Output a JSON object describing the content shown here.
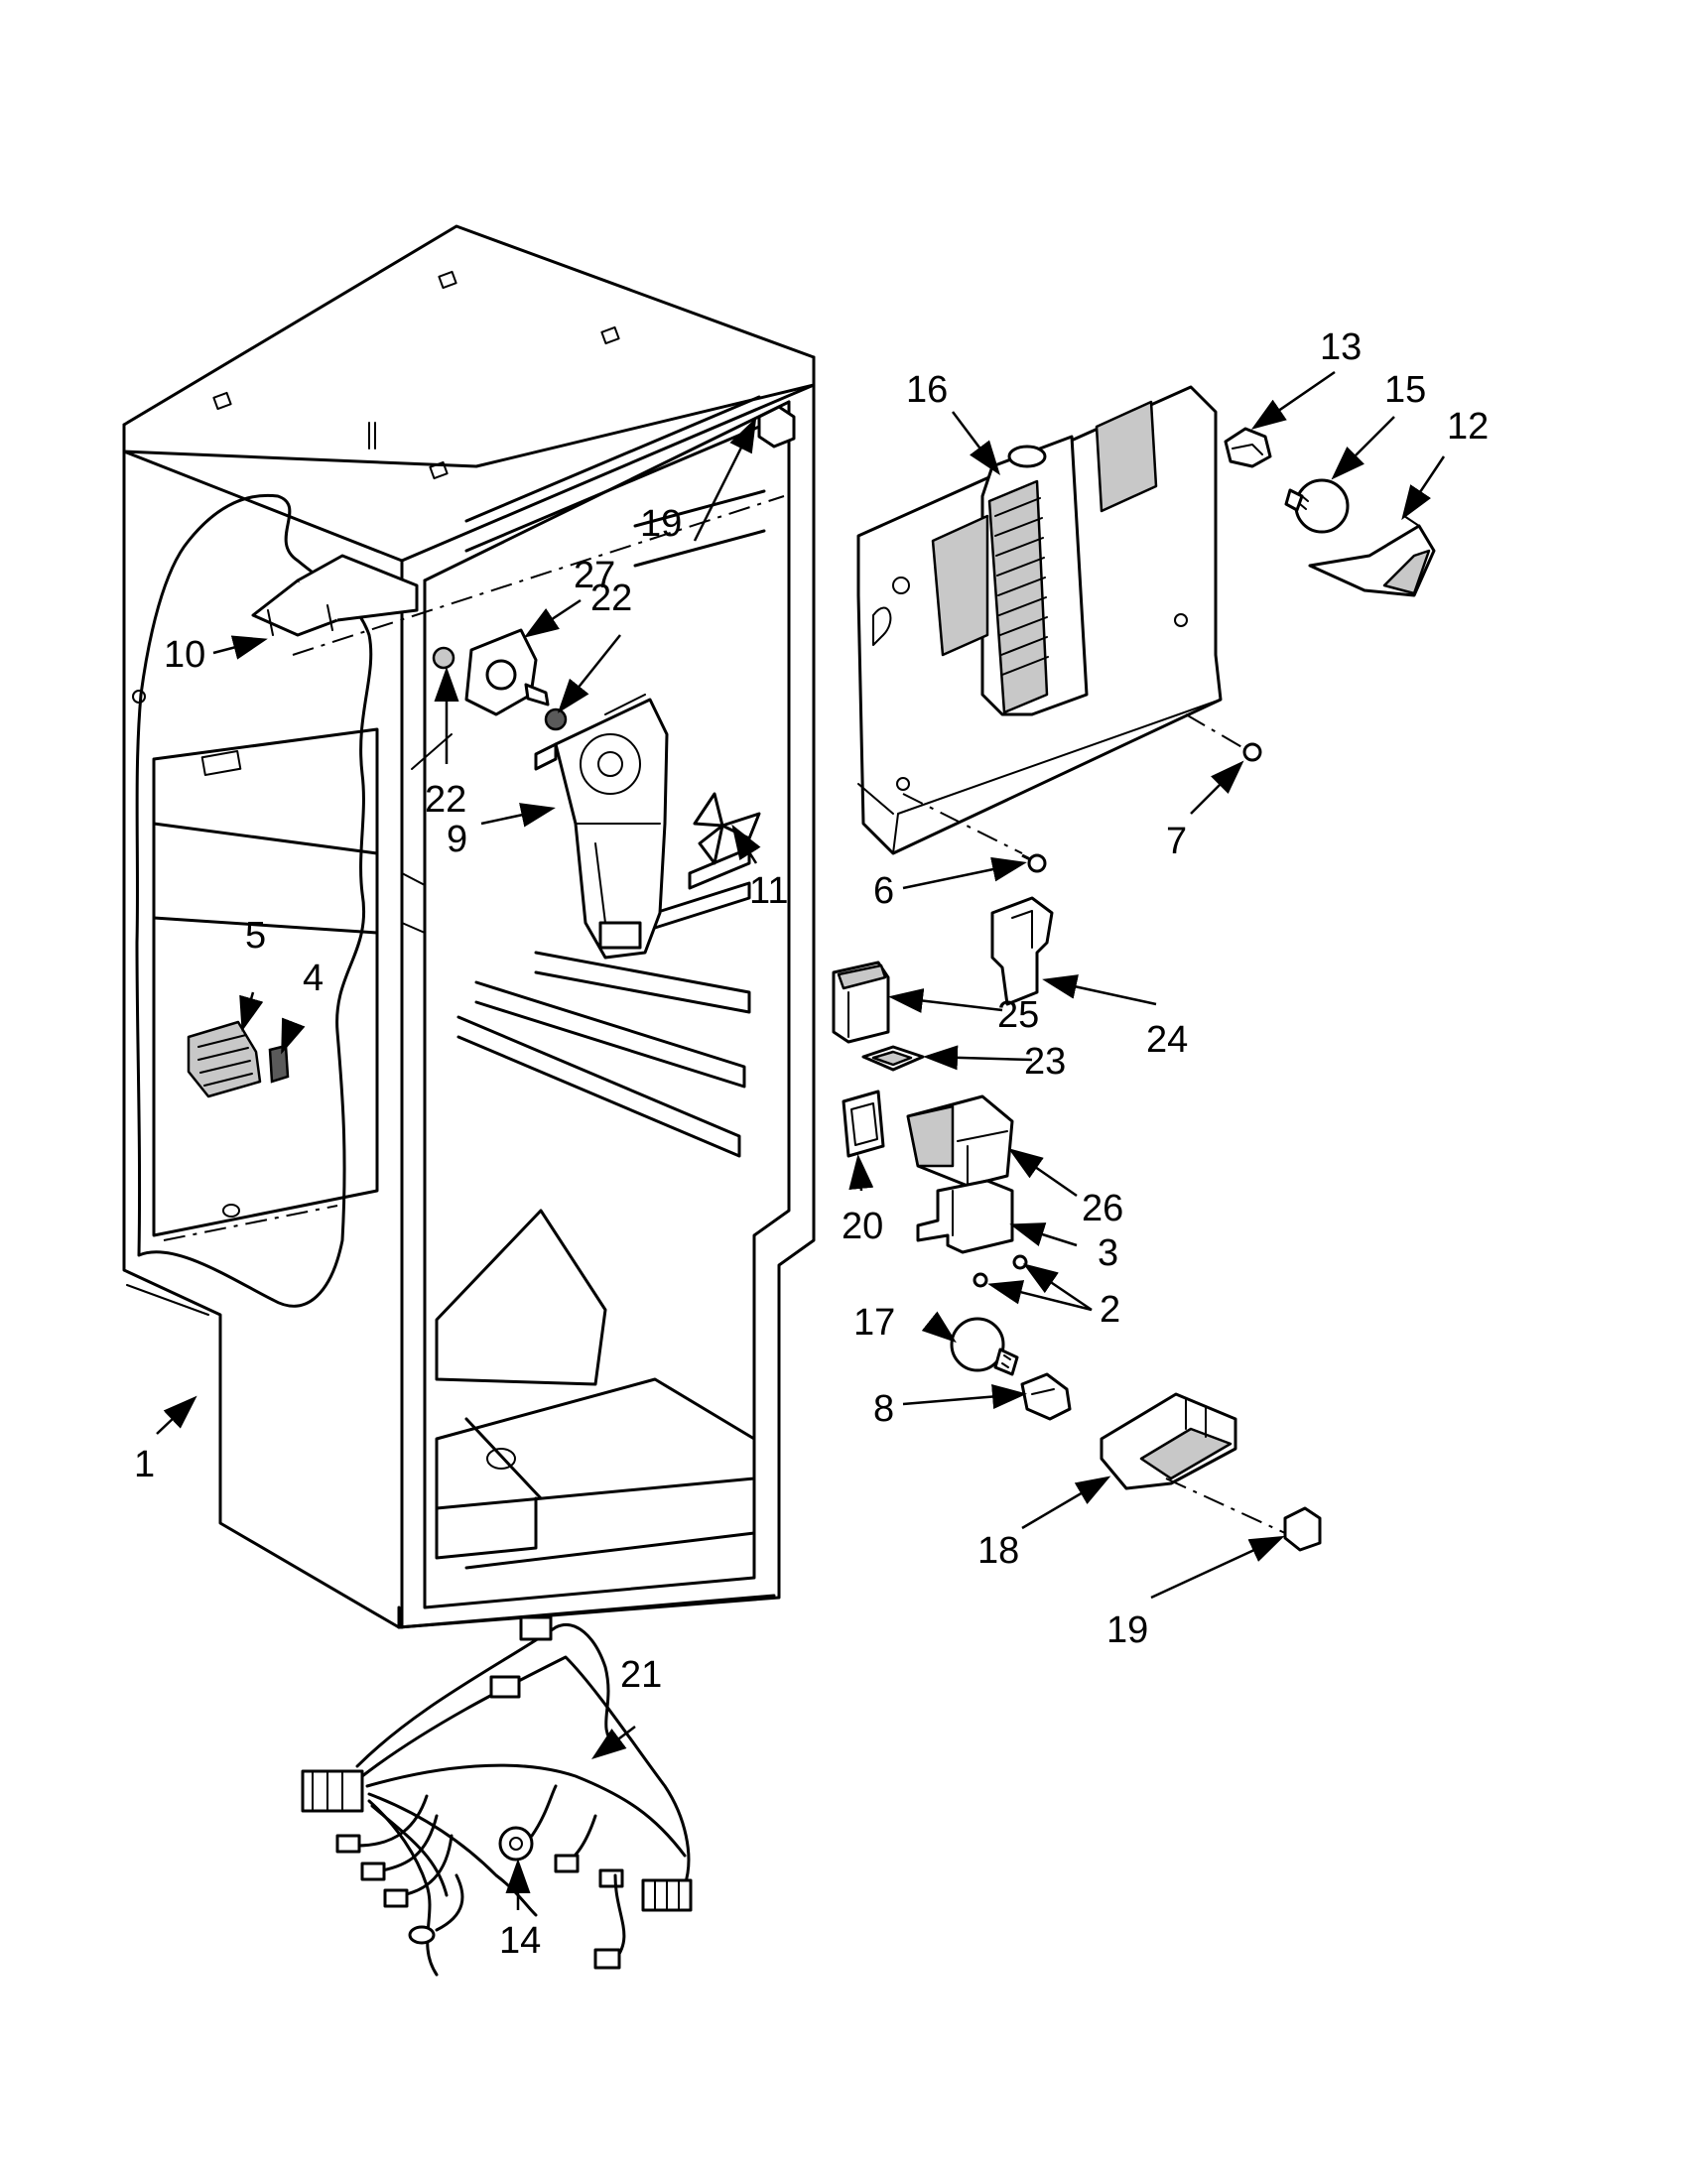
{
  "diagram": {
    "callouts": [
      {
        "id": "c1",
        "text": "1"
      },
      {
        "id": "c2",
        "text": "2"
      },
      {
        "id": "c3",
        "text": "3"
      },
      {
        "id": "c4",
        "text": "4"
      },
      {
        "id": "c5",
        "text": "5"
      },
      {
        "id": "c6",
        "text": "6"
      },
      {
        "id": "c7",
        "text": "7"
      },
      {
        "id": "c8",
        "text": "8"
      },
      {
        "id": "c9",
        "text": "9"
      },
      {
        "id": "c10",
        "text": "10"
      },
      {
        "id": "c11",
        "text": "11"
      },
      {
        "id": "c12",
        "text": "12"
      },
      {
        "id": "c13",
        "text": "13"
      },
      {
        "id": "c14",
        "text": "14"
      },
      {
        "id": "c15",
        "text": "15"
      },
      {
        "id": "c16",
        "text": "16"
      },
      {
        "id": "c17",
        "text": "17"
      },
      {
        "id": "c18",
        "text": "18"
      },
      {
        "id": "c19a",
        "text": "19"
      },
      {
        "id": "c19b",
        "text": "19"
      },
      {
        "id": "c20",
        "text": "20"
      },
      {
        "id": "c21",
        "text": "21"
      },
      {
        "id": "c22a",
        "text": "22"
      },
      {
        "id": "c22b",
        "text": "22"
      },
      {
        "id": "c23",
        "text": "23"
      },
      {
        "id": "c24",
        "text": "24"
      },
      {
        "id": "c25",
        "text": "25"
      },
      {
        "id": "c26",
        "text": "26"
      },
      {
        "id": "c27",
        "text": "27"
      }
    ]
  },
  "colors": {
    "ink": "#000000",
    "paper": "#ffffff",
    "shade": "#c8c8c8"
  }
}
